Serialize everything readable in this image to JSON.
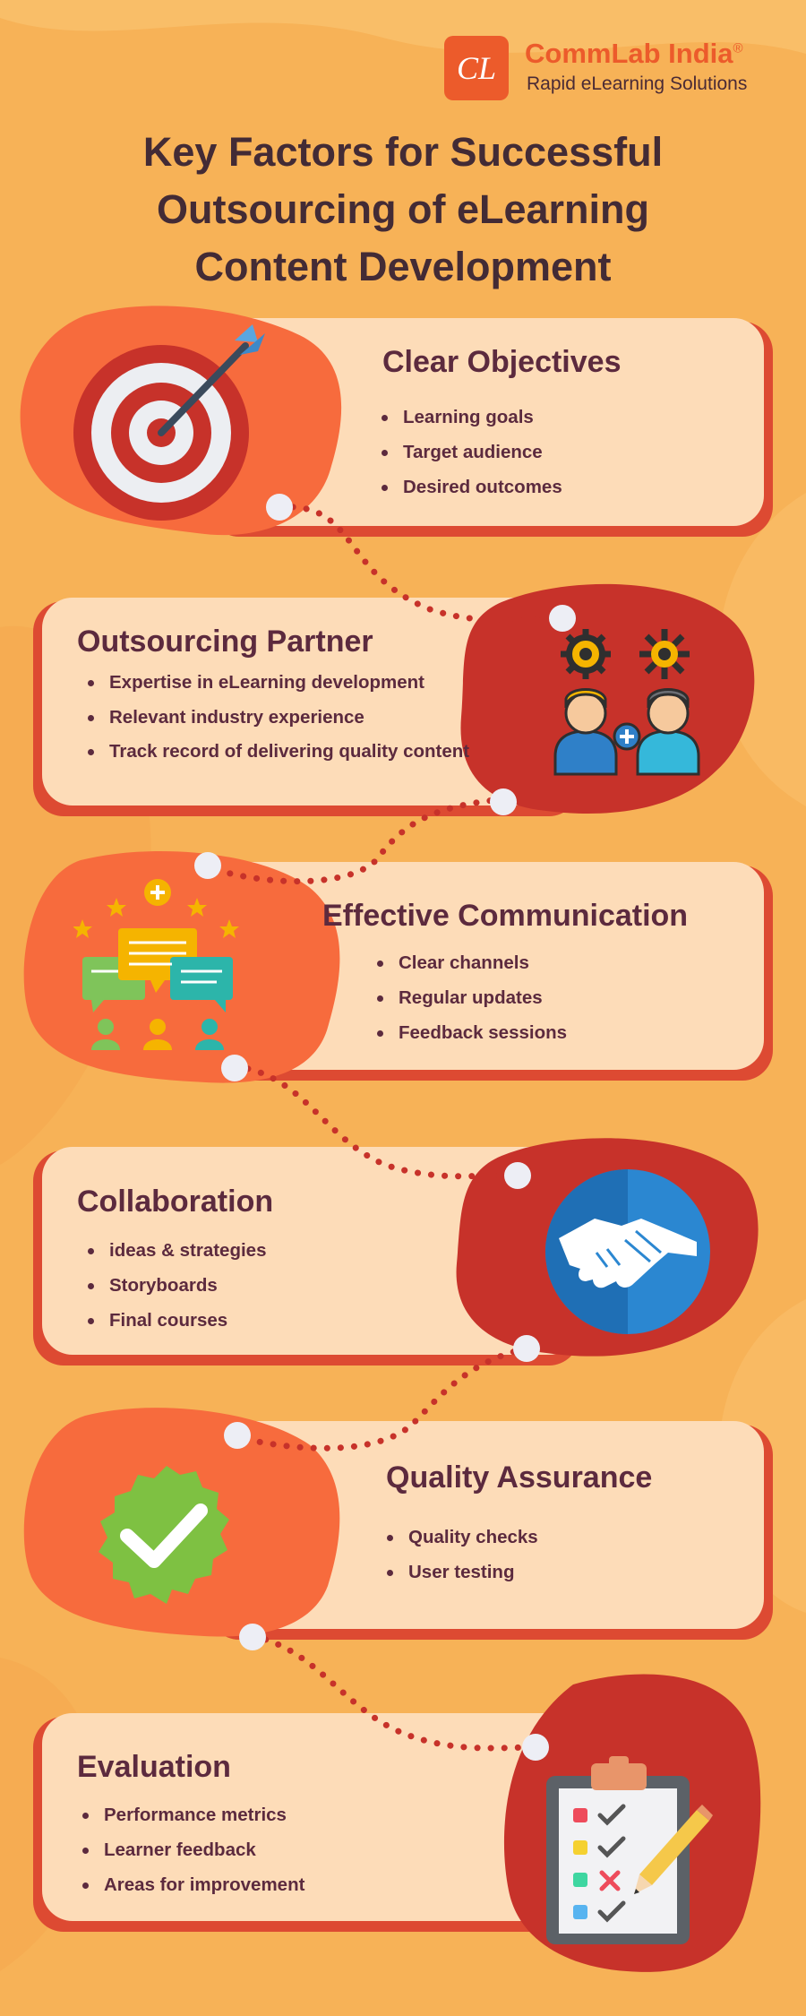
{
  "brand": {
    "name": "CommLab India",
    "registered": "®",
    "tagline": "Rapid eLearning Solutions",
    "monogram": "CL"
  },
  "title": {
    "lines": [
      "Key Factors for Successful",
      "Outsourcing of eLearning",
      "Content Development"
    ]
  },
  "sections": [
    {
      "heading": "Clear Objectives",
      "icon": "target-icon",
      "items": [
        "Learning goals",
        "Target audience",
        "Desired outcomes"
      ]
    },
    {
      "heading": "Outsourcing Partner",
      "icon": "partners-icon",
      "items": [
        "Expertise in eLearning development",
        "Relevant industry experience",
        "Track record of delivering quality content"
      ]
    },
    {
      "heading": "Effective Communication",
      "icon": "chat-icon",
      "items": [
        "Clear channels",
        "Regular updates",
        "Feedback sessions"
      ]
    },
    {
      "heading": "Collaboration",
      "icon": "handshake-icon",
      "items": [
        "ideas & strategies",
        "Storyboards",
        "Final courses"
      ]
    },
    {
      "heading": "Quality Assurance",
      "icon": "checkmark-badge-icon",
      "items": [
        "Quality checks",
        "User testing"
      ]
    },
    {
      "heading": "Evaluation",
      "icon": "checklist-icon",
      "items": [
        "Performance metrics",
        "Learner feedback",
        "Areas for improvement"
      ]
    }
  ],
  "colors": {
    "background": "#F7B257",
    "card": "#FDDCB8",
    "card_border": "#DD4A32",
    "blob_orange": "#F76B3D",
    "blob_red": "#C7322A",
    "text": "#5C2A3E",
    "title": "#432B35",
    "brand": "#EC5B2B",
    "connector": "#C7322A"
  }
}
